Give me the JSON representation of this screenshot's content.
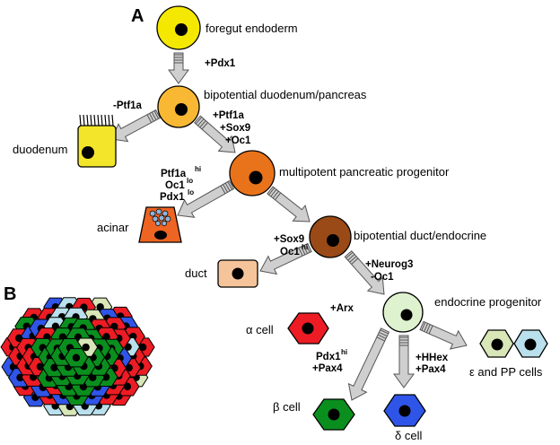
{
  "panels": {
    "a": "A",
    "b": "B"
  },
  "cells": {
    "foregut": "foregut endoderm",
    "bipotential_dp": "bipotential duodenum/pancreas",
    "duodenum": "duodenum",
    "multipotent": "multipotent pancreatic progenitor",
    "acinar": "acinar",
    "bipotential_de": "bipotential duct/endocrine",
    "duct": "duct",
    "endocrine": "endocrine progenitor",
    "alpha": "α cell",
    "beta": "β cell",
    "delta": "δ cell",
    "epsilon_pp": "ε and PP cells"
  },
  "factors": {
    "pdx1": "+Pdx1",
    "ptf1a_minus": "-Ptf1a",
    "ptf1a_plus": "+Ptf1a",
    "sox9_plus_a": "+Sox9",
    "oc1_plus": "+Oc1",
    "ptf1a_hi": "Ptf1a",
    "ptf1a_hi_sup": "hi",
    "oc1_lo": "Oc1",
    "oc1_lo_sup": "lo",
    "pdx1_lo": "Pdx1",
    "pdx1_lo_sup": "lo",
    "sox9_plus_b": "+Sox9",
    "oc1_hi": "Oc1",
    "oc1_hi_sup": "hi",
    "neurog3": "+Neurog3",
    "oc1_minus": "-Oc1",
    "arx": "+Arx",
    "pdx1_hi": "Pdx1",
    "pdx1_hi_sup": "hi",
    "pax4_a": "+Pax4",
    "hhex": "+HHex",
    "pax4_b": "+Pax4"
  },
  "colors": {
    "foregut": "#f5e800",
    "bipotential_dp": "#f9b833",
    "duodenum": "#f3e62a",
    "multipotent": "#e9731a",
    "acinar": "#ee6422",
    "acinar_granule": "#8fb3d9",
    "bipotential_de": "#9a4a16",
    "duct": "#f6c49a",
    "endocrine": "#dff2d0",
    "alpha": "#ed1c24",
    "beta": "#0a8f1e",
    "delta": "#2f55e8",
    "epsilon": "#d8e6b8",
    "pp": "#b9e0ec",
    "arrow": "#cfcfcf"
  }
}
